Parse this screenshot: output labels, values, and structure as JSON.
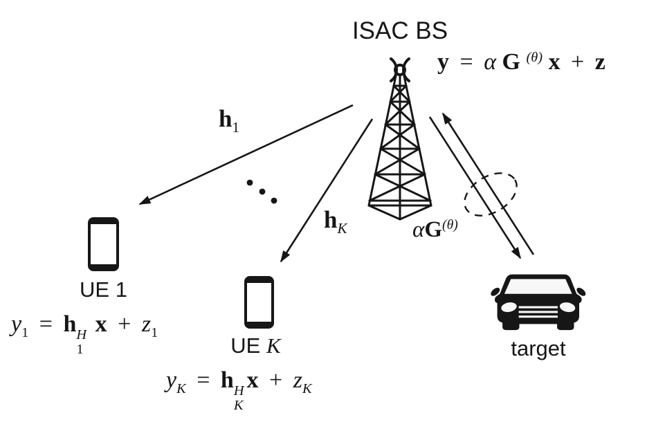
{
  "colors": {
    "ink": "#161616",
    "background": "#ffffff"
  },
  "nodes": {
    "bs": {
      "label": "ISAC BS"
    },
    "ue1": {
      "label_prefix": "UE",
      "label_index": "1"
    },
    "ueK": {
      "label_prefix": "UE",
      "label_index": "K"
    },
    "target": {
      "label": "target"
    }
  },
  "icons": {
    "bs": "radio-tower-icon",
    "ue1": "smartphone-icon",
    "ueK": "smartphone-icon",
    "target": "car-icon",
    "scatter": "dashed-ellipse",
    "more_users": "ellipsis-dots"
  },
  "formulas": {
    "bs_rx": {
      "y": "y",
      "eq": "=",
      "alpha": "α",
      "G": "G",
      "sup": "(θ)",
      "x": "x",
      "plus": "+",
      "z": "z"
    },
    "ue1_rx": {
      "y": "y",
      "y_sub": "1",
      "eq": "=",
      "h": "h",
      "h_sup": "H",
      "h_sub": "1",
      "x": "x",
      "plus": "+",
      "z": "z",
      "z_sub": "1"
    },
    "ueK_rx": {
      "y": "y",
      "y_sub": "K",
      "eq": "=",
      "h": "h",
      "h_sup": "H",
      "h_sub": "K",
      "x": "x",
      "plus": "+",
      "z": "z",
      "z_sub": "K"
    },
    "h1_link": {
      "h": "h",
      "sub": "1"
    },
    "hK_link": {
      "h": "h",
      "sub": "K"
    },
    "echo_link": {
      "alpha": "α",
      "G": "G",
      "sup": "(θ)"
    }
  }
}
